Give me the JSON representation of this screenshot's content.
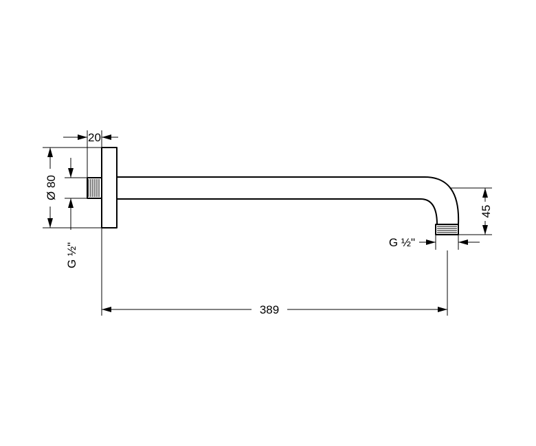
{
  "drawing": {
    "dimensions": {
      "flange_depth": "20",
      "flange_diameter": "Ø 80",
      "inlet_thread": "G ½\"",
      "outlet_thread": "G ½\"",
      "arm_length": "389",
      "drop_height": "45"
    }
  }
}
